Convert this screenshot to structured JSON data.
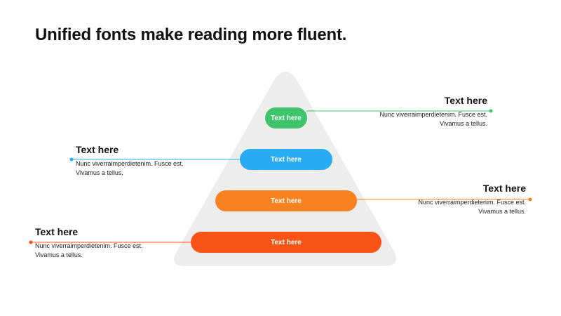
{
  "title": "Unified fonts make reading more fluent.",
  "levels": [
    {
      "pill": "Text here",
      "heading": "Text here",
      "body": "Nunc viverraimperdietenim. Fusce est. Vivamus a tellus.",
      "side": "right",
      "color": "#3ec46d"
    },
    {
      "pill": "Text here",
      "heading": "Text here",
      "body": "Nunc viverraimperdietenim. Fusce est. Vivamus a tellus.",
      "side": "left",
      "color": "#2aacf5"
    },
    {
      "pill": "Text here",
      "heading": "Text here",
      "body": "Nunc viverraimperdietenim. Fusce est. Vivamus a tellus.",
      "side": "right",
      "color": "#f8821f"
    },
    {
      "pill": "Text here",
      "heading": "Text here",
      "body": "Nunc viverraimperdietenim. Fusce est. Vivamus a tellus.",
      "side": "left",
      "color": "#f85418"
    }
  ],
  "colors": {
    "pyramid": "#ededee"
  }
}
